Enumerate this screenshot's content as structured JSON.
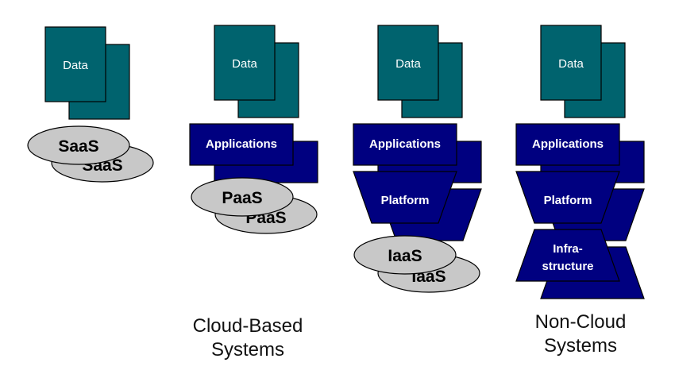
{
  "colors": {
    "data_fill": "#00636e",
    "layer_fill": "#000080",
    "oval_fill": "#c8c8c8",
    "stroke": "#000000"
  },
  "labels": {
    "data": "Data",
    "applications": "Applications",
    "platform": "Platform",
    "infra_line1": "Infra-",
    "infra_line2": "structure",
    "saas": "SaaS",
    "paas": "PaaS",
    "iaas": "IaaS"
  },
  "captions": {
    "cloud_line1": "Cloud-Based",
    "cloud_line2": "Systems",
    "noncloud_line1": "Non-Cloud",
    "noncloud_line2": "Systems"
  }
}
